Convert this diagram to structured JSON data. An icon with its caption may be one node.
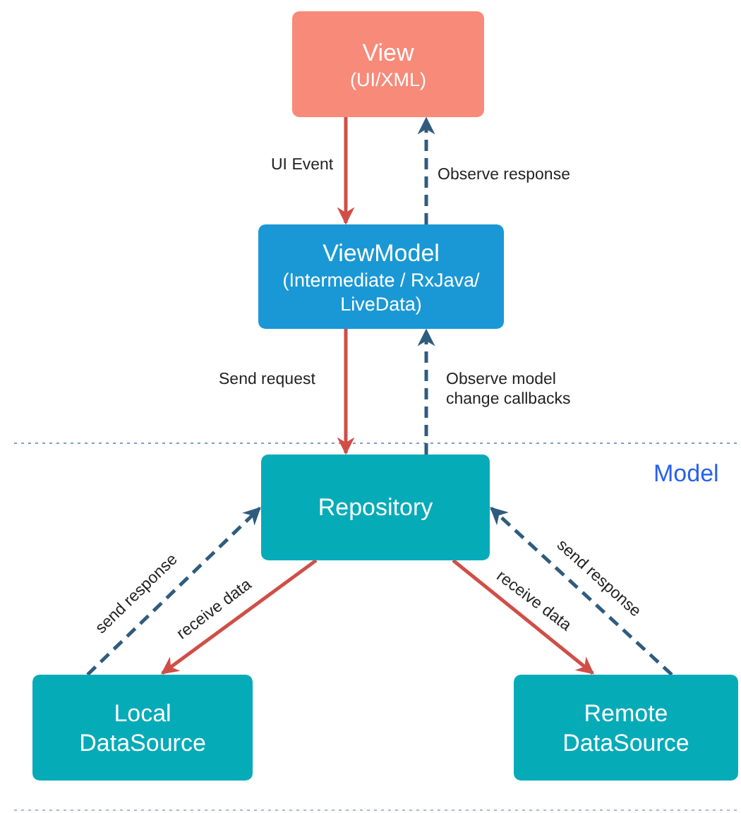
{
  "diagram": {
    "nodes": [
      {
        "text": [
          "View",
          "(UI/XML)"
        ]
      },
      {
        "text": [
          "ViewModel",
          "(Intermediate / RxJava/ LiveData)"
        ]
      },
      {
        "text": [
          "Repository"
        ]
      },
      {
        "text": [
          "Local DataSource"
        ]
      },
      {
        "text": [
          "Remote DataSource"
        ]
      }
    ],
    "edges": [
      {
        "from": 0,
        "to": 1,
        "arrow": "to",
        "label": "UI Event",
        "color": "#cf4f47"
      },
      {
        "from": 1,
        "to": 0,
        "arrow": "to",
        "label": "Observe response",
        "style": "dashed",
        "color": "#2f5c7e"
      },
      {
        "from": 1,
        "to": 2,
        "arrow": "to",
        "label": "Send request",
        "color": "#cf4f47"
      },
      {
        "from": 2,
        "to": 1,
        "arrow": "to",
        "label": "Observe model change callbacks",
        "style": "dashed",
        "color": "#2f5c7e"
      },
      {
        "from": 3,
        "to": 2,
        "arrow": "to",
        "label": "send response",
        "style": "dashed",
        "color": "#2f5c7e"
      },
      {
        "from": 2,
        "to": 3,
        "arrow": "to",
        "label": "receive data",
        "color": "#cf4f47"
      },
      {
        "from": 2,
        "to": 4,
        "arrow": "to",
        "label": "receive data",
        "color": "#cf4f47"
      },
      {
        "from": 4,
        "to": 2,
        "arrow": "to",
        "label": "send response",
        "style": "dashed",
        "color": "#2f5c7e"
      }
    ],
    "labels": [
      "Model"
    ]
  }
}
